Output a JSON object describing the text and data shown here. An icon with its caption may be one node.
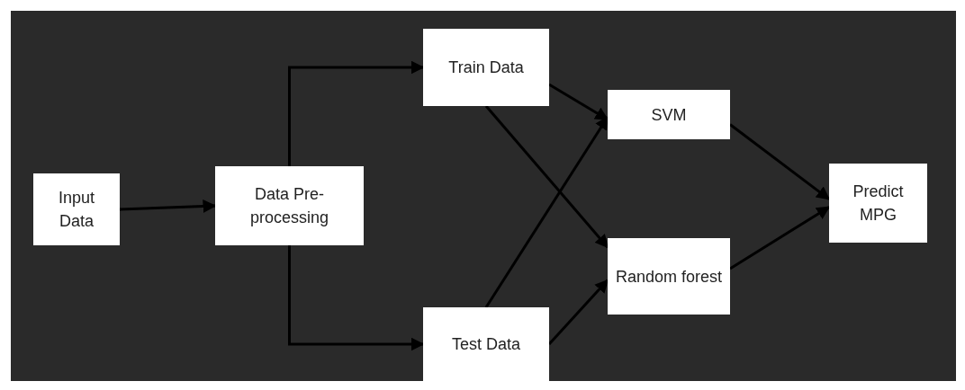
{
  "diagram": {
    "nodes": [
      {
        "text": [
          "Input Data"
        ]
      },
      {
        "text": [
          "Data Pre-processing"
        ]
      },
      {
        "text": [
          "Train Data"
        ]
      },
      {
        "text": [
          "Test Data"
        ]
      },
      {
        "text": [
          "SVM"
        ]
      },
      {
        "text": [
          "Random forest"
        ]
      },
      {
        "text": [
          "Predict MPG"
        ]
      }
    ],
    "edges": [
      {
        "from": 0,
        "to": 1,
        "arrow": "to"
      },
      {
        "from": 1,
        "to": 2,
        "arrow": "to"
      },
      {
        "from": 1,
        "to": 3,
        "arrow": "to"
      },
      {
        "from": 2,
        "to": 4,
        "arrow": "to"
      },
      {
        "from": 2,
        "to": 5,
        "arrow": "to"
      },
      {
        "from": 3,
        "to": 4,
        "arrow": "to"
      },
      {
        "from": 3,
        "to": 5,
        "arrow": "to"
      },
      {
        "from": 4,
        "to": 6,
        "arrow": "to"
      },
      {
        "from": 5,
        "to": 6,
        "arrow": "to"
      }
    ]
  }
}
